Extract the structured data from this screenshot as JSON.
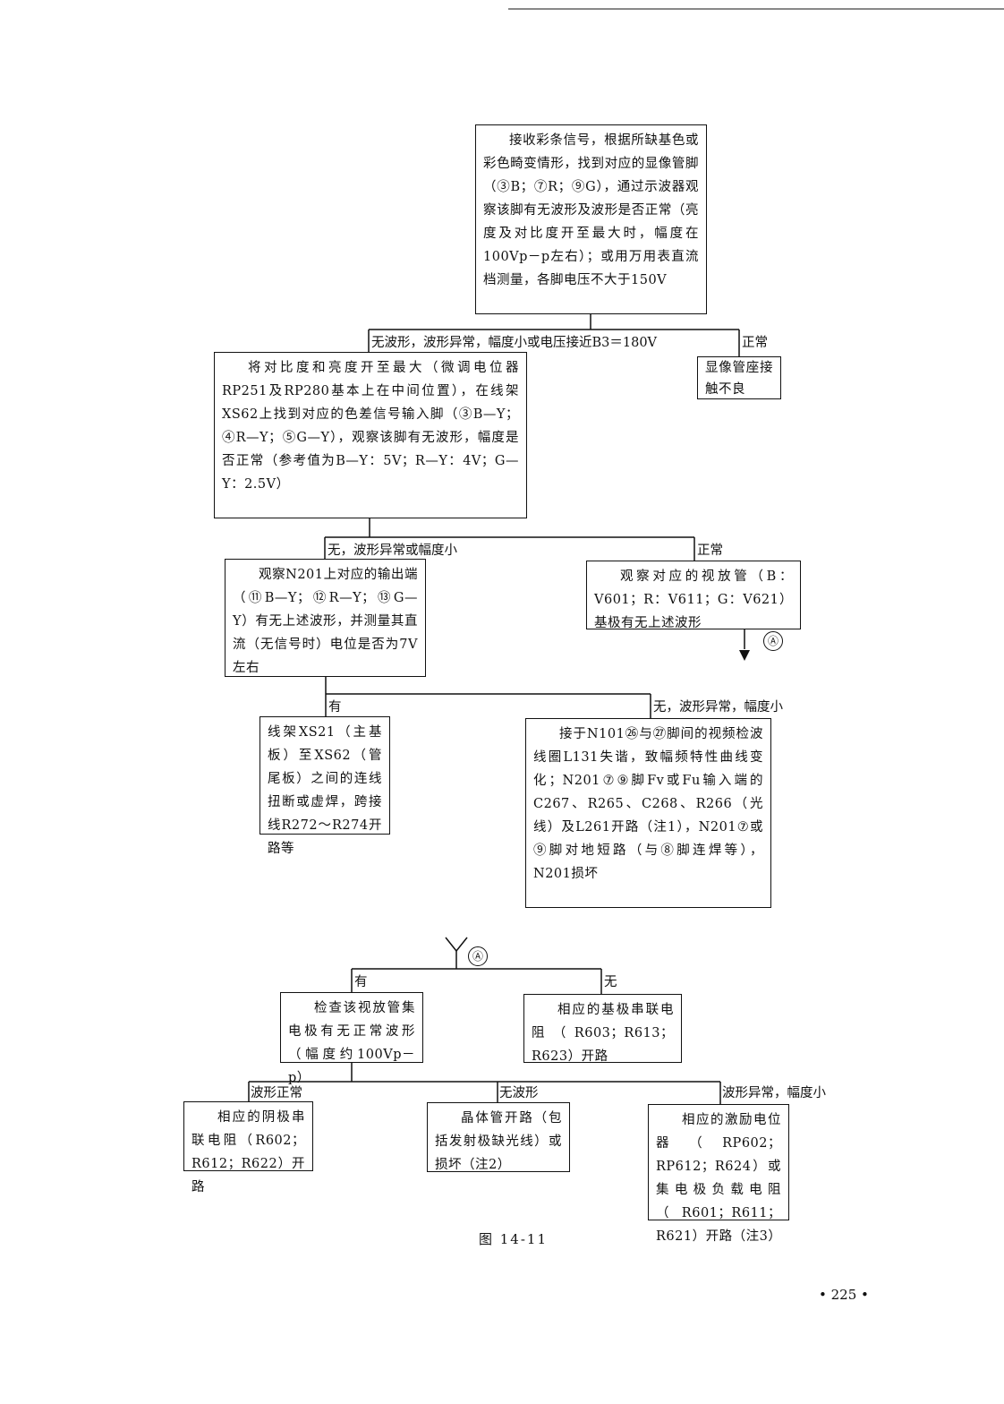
{
  "diagram": {
    "boxes": {
      "start": "接收彩条信号，根据所缺基色或彩色畸变情形，找到对应的显像管脚（③B；⑦R；⑨G），通过示波器观察该脚有无波形及波形是否正常（亮度及对比度开至最大时，幅度在100Vp－p左右）；或用万用表直流档测量，各脚电压不大于150V",
      "adjust_contrast": "将对比度和亮度开至最大（微调电位器RP251及RP280基本上在中间位置），在线架XS62上找到对应的色差信号输入脚（③B—Y；④R—Y；⑤G—Y），观察该脚有无波形，幅度是否正常（参考值为B—Y：5V；R—Y：4V；G—Y：2.5V）",
      "crt_socket": "显像管座接触不良",
      "observe_n201": "观察N201上对应的输出端（⑪B—Y；⑫R—Y；⑬G—Y）有无上述波形，并测量其直流（无信号时）电位是否为7V左右",
      "observe_video_tube": "观察对应的视放管（B：V601；R：V611；G：V621）基极有无上述波形",
      "harness": "线架XS21（主基板）至XS62（管尾板）之间的连线扭断或虚焊，跨接线R272～R274开路等",
      "n101_coil": "接于N101㉖与㉗脚间的视频检波线圈L131失谐，致幅频特性曲线变化；N201⑦⑨脚Fv或Fu输入端的C267、R265、C268、R266（光线）及L261开路（注1），N201⑦或⑨脚对地短路（与⑧脚连焊等），N201损坏",
      "check_collector": "检查该视放管集电极有无正常波形（幅度约100Vp－p）",
      "base_resistor": "相应的基极串联电阻（R603；R613；R623）开路",
      "cathode_resistor": "相应的阴极串联电阻（R602；R612；R622）开路",
      "transistor_open": "晶体管开路（包括发射极缺光线）或损坏（注2）",
      "drive_pot": "相应的激励电位器（RP602；RP612；R624）或集电极负载电阻（R601；R611；R621）开路（注3）"
    },
    "labels": {
      "no_wave_b3": "无波形，波形异常，幅度小或电压接近B3＝180V",
      "normal_1": "正常",
      "no_wave_small": "无，波形异常或幅度小",
      "normal_2": "正常",
      "yes_1": "有",
      "no_wave_abn": "无，波形异常，幅度小",
      "yes_2": "有",
      "no_1": "无",
      "wave_normal": "波形正常",
      "no_wave": "无波形",
      "wave_abn_small": "波形异常，幅度小"
    },
    "connector": "Ⓐ",
    "caption": "图 14-11",
    "page_number": "• 225 •"
  }
}
